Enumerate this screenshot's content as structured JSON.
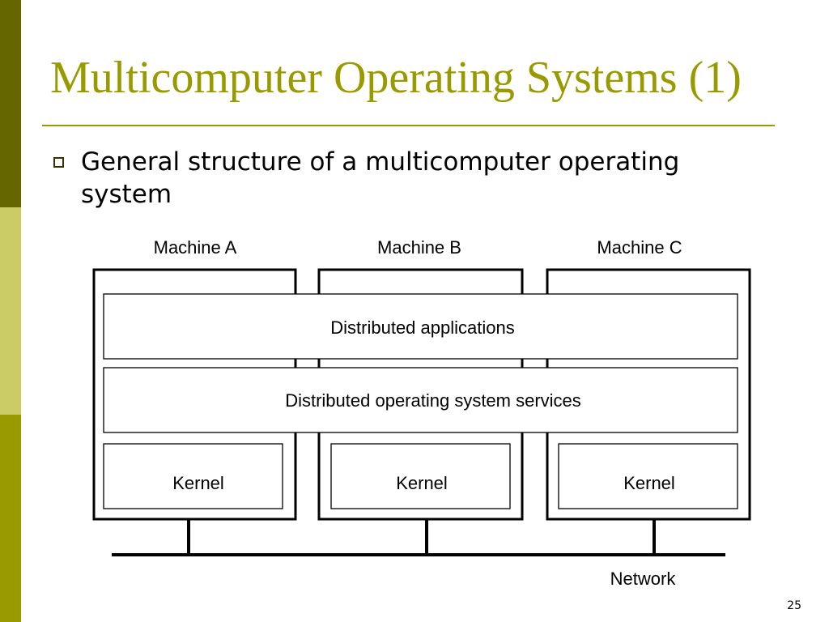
{
  "slide": {
    "title": "Multicomputer Operating Systems (1)",
    "bullet": "General structure of a multicomputer operating system",
    "number": "25"
  },
  "diagram": {
    "machines": [
      "Machine A",
      "Machine B",
      "Machine C"
    ],
    "layers": {
      "applications": "Distributed applications",
      "services": "Distributed operating system services"
    },
    "kernel_label": "Kernel",
    "network_label": "Network"
  },
  "colors": {
    "accent": "#999900",
    "bar_dark": "#666600",
    "bar_light": "#cccc66"
  }
}
